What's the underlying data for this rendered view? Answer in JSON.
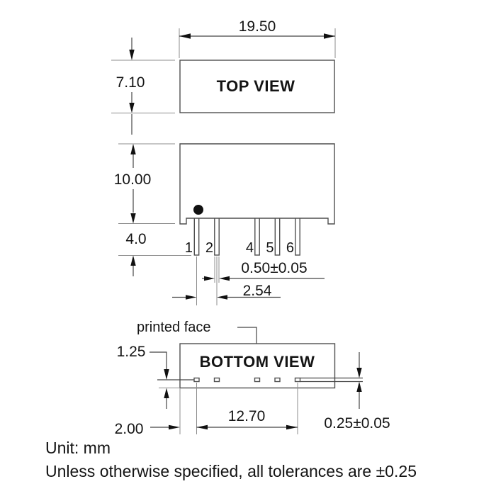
{
  "drawing": {
    "top_view": {
      "label": "TOP VIEW",
      "width_dim": "19.50",
      "height_dim": "7.10"
    },
    "side_view": {
      "body_height_dim": "10.00",
      "pin_length_dim": "4.0",
      "pin_width_dim": "0.50±0.05",
      "pin_pitch_dim": "2.54",
      "pin_numbers": [
        "1",
        "2",
        "4",
        "5",
        "6"
      ]
    },
    "bottom_view": {
      "label": "BOTTOM VIEW",
      "printed_face_label": "printed face",
      "pin_to_edge_dim": "1.25",
      "pin_row_span_dim": "12.70",
      "edge_to_pin_dim": "2.00",
      "pin_thickness_dim": "0.25±0.05"
    },
    "notes": {
      "unit": "Unit: mm",
      "tolerance": "Unless otherwise specified, all tolerances are ±0.25"
    }
  },
  "colors": {
    "background": "#ffffff",
    "outline": "#4f4f4f",
    "extension": "#8c8c8c",
    "dimension": "#454545",
    "arrow": "#111111",
    "text": "#141414"
  }
}
